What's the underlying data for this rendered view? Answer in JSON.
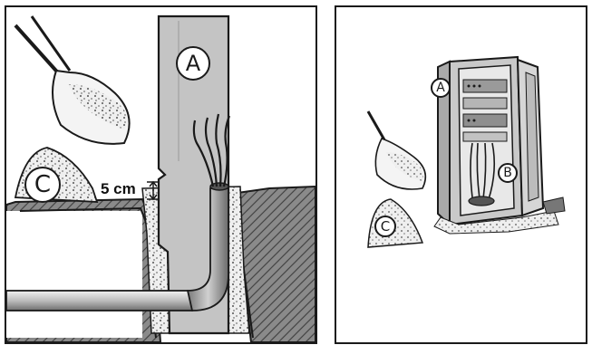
{
  "left_panel": {
    "callout_a": "A",
    "callout_c": "C",
    "depth_label": "5 cm"
  },
  "right_panel": {
    "callout_a": "A",
    "callout_b": "B",
    "callout_c": "C"
  },
  "colors": {
    "ink": "#1a1a1a",
    "cabinet_grey": "#c9c9c9",
    "gravel": "#d8d8d8",
    "concrete": "#e6e6e6"
  }
}
